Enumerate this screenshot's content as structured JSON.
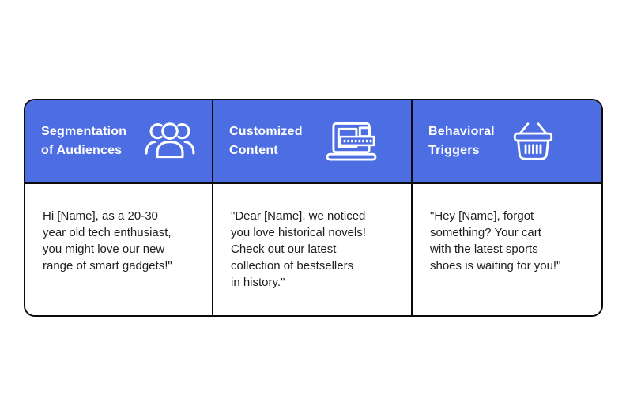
{
  "page": {
    "background": "#ffffff"
  },
  "table": {
    "border_color": "#0a0a0a",
    "header_bg": "#4d6de3",
    "header_text_color": "#ffffff",
    "body_text_color": "#1e1e1e",
    "columns": [
      {
        "title": "Segmentation\nof Audiences",
        "icon": "group-of-people-icon",
        "quote": "Hi [Name], as a 20-30\nyear old tech enthusiast,\nyou might love our new\nrange of smart gadgets!\""
      },
      {
        "title": "Customized\nContent",
        "icon": "laptop-content-icon",
        "quote": "\"Dear [Name], we noticed\nyou love historical novels!\nCheck out our latest\ncollection of bestsellers\nin history.\""
      },
      {
        "title": "Behavioral\nTriggers",
        "icon": "shopping-basket-icon",
        "quote": "\"Hey [Name], forgot\nsomething? Your cart\nwith the latest sports\nshoes is waiting for you!\""
      }
    ]
  }
}
